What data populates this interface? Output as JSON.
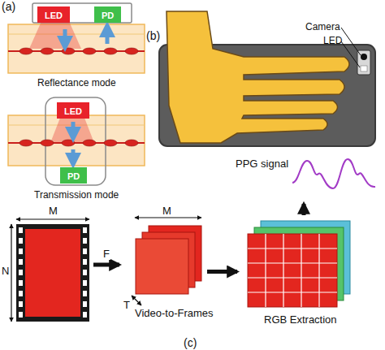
{
  "diagram": {
    "nodes": [
      {
        "text": [
          "LED"
        ]
      },
      {
        "text": [
          "PD"
        ]
      },
      {
        "text": [
          "LED"
        ]
      },
      {
        "text": [
          "PD"
        ]
      },
      {
        "text": [
          "M",
          "N"
        ]
      },
      {
        "text": [
          "M",
          "T",
          "Video-to-Frames"
        ]
      },
      {
        "text": [
          "RGB Extraction"
        ]
      },
      {
        "text": [
          "PPG signal"
        ]
      }
    ],
    "edges": [
      {
        "from": 4,
        "to": 5,
        "label": "F",
        "arrow": "to"
      },
      {
        "from": 5,
        "to": 6,
        "arrow": "to"
      },
      {
        "from": 6,
        "to": 7,
        "arrow": "to"
      }
    ],
    "labels": [
      "(a)",
      "Reflectance mode",
      "Transmission mode",
      "(b)",
      "Camera",
      "LED",
      "(c)"
    ]
  }
}
